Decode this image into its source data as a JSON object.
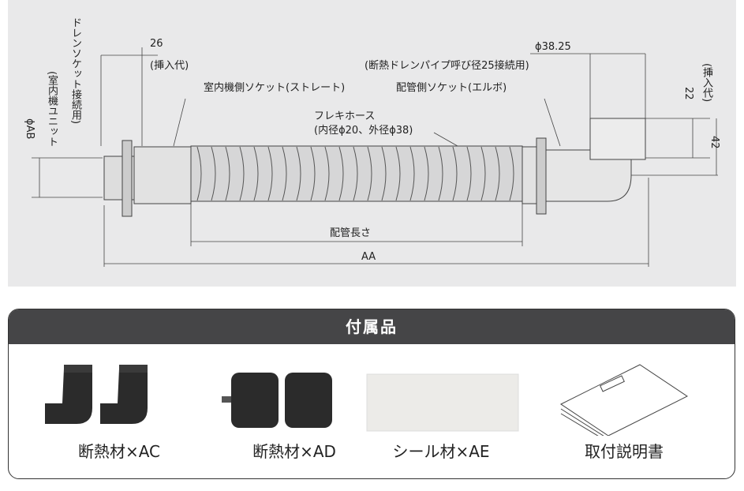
{
  "diagram": {
    "dim_26": "26",
    "insert_left": "(挿入代)",
    "phi_3825": "ϕ38.25",
    "drain_pipe_note": "(断熱ドレンパイプ呼び径25接続用)",
    "insert_right": "(挿入代)",
    "dim_22": "22",
    "dim_42": "42",
    "indoor_socket": "室内機側ソケット(ストレート)",
    "pipe_socket": "配管側ソケット(エルボ)",
    "flexi_hose": "フレキホース",
    "hose_diam": "(内径ϕ20、外径ϕ38)",
    "pipe_length": "配管長さ",
    "dim_aa": "AA",
    "phi_ab": "ϕAB",
    "ab_note": "(室内機ユニット",
    "ab_note2": "ドレンソケット接続用)"
  },
  "accessories": {
    "title": "付属品",
    "items": [
      {
        "label": "断熱材×AC",
        "icon": "insulation-elbow-icon"
      },
      {
        "label": "断熱材×AD",
        "icon": "insulation-straight-icon"
      },
      {
        "label": "シール材×AE",
        "icon": "seal-sheet-icon"
      },
      {
        "label": "取付説明書",
        "icon": "manual-icon"
      }
    ]
  }
}
